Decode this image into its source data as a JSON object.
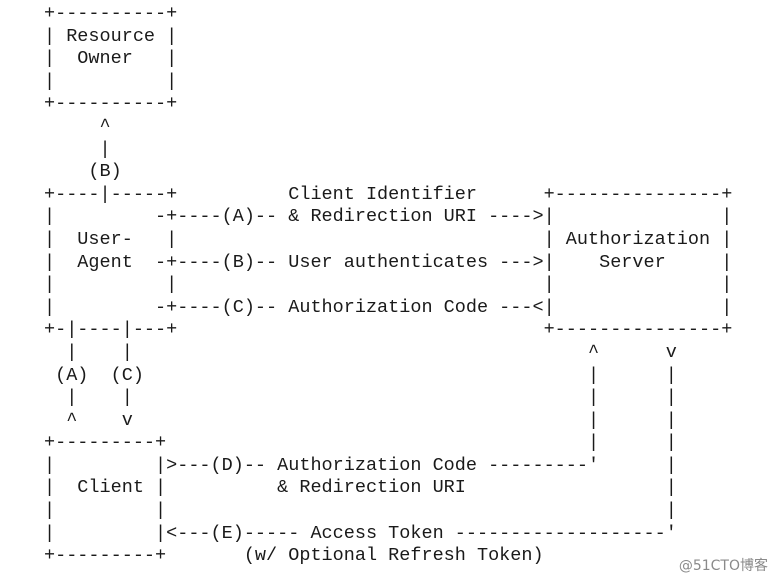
{
  "diagram": {
    "lines": [
      "+----------+",
      "| Resource |",
      "|  Owner   |",
      "|          |",
      "+----------+",
      "     ^",
      "     |",
      "    (B)",
      "+----|-----+          Client Identifier      +---------------+",
      "|         -+----(A)-- & Redirection URI ---->|               |",
      "|  User-   |                                 | Authorization |",
      "|  Agent  -+----(B)-- User authenticates --->|    Server     |",
      "|          |                                 |               |",
      "|         -+----(C)-- Authorization Code ---<|               |",
      "+-|----|---+                                 +---------------+",
      "  |    |                                         ^      v",
      " (A)  (C)                                        |      |",
      "  |    |                                         |      |",
      "  ^    v                                         |      |",
      "+---------+                                      |      |",
      "|         |>---(D)-- Authorization Code ---------'      |",
      "|  Client |          & Redirection URI                  |",
      "|         |                                             |",
      "|         |<---(E)----- Access Token -------------------'",
      "+---------+       (w/ Optional Refresh Token)"
    ]
  },
  "watermark": "@51CTO博客"
}
